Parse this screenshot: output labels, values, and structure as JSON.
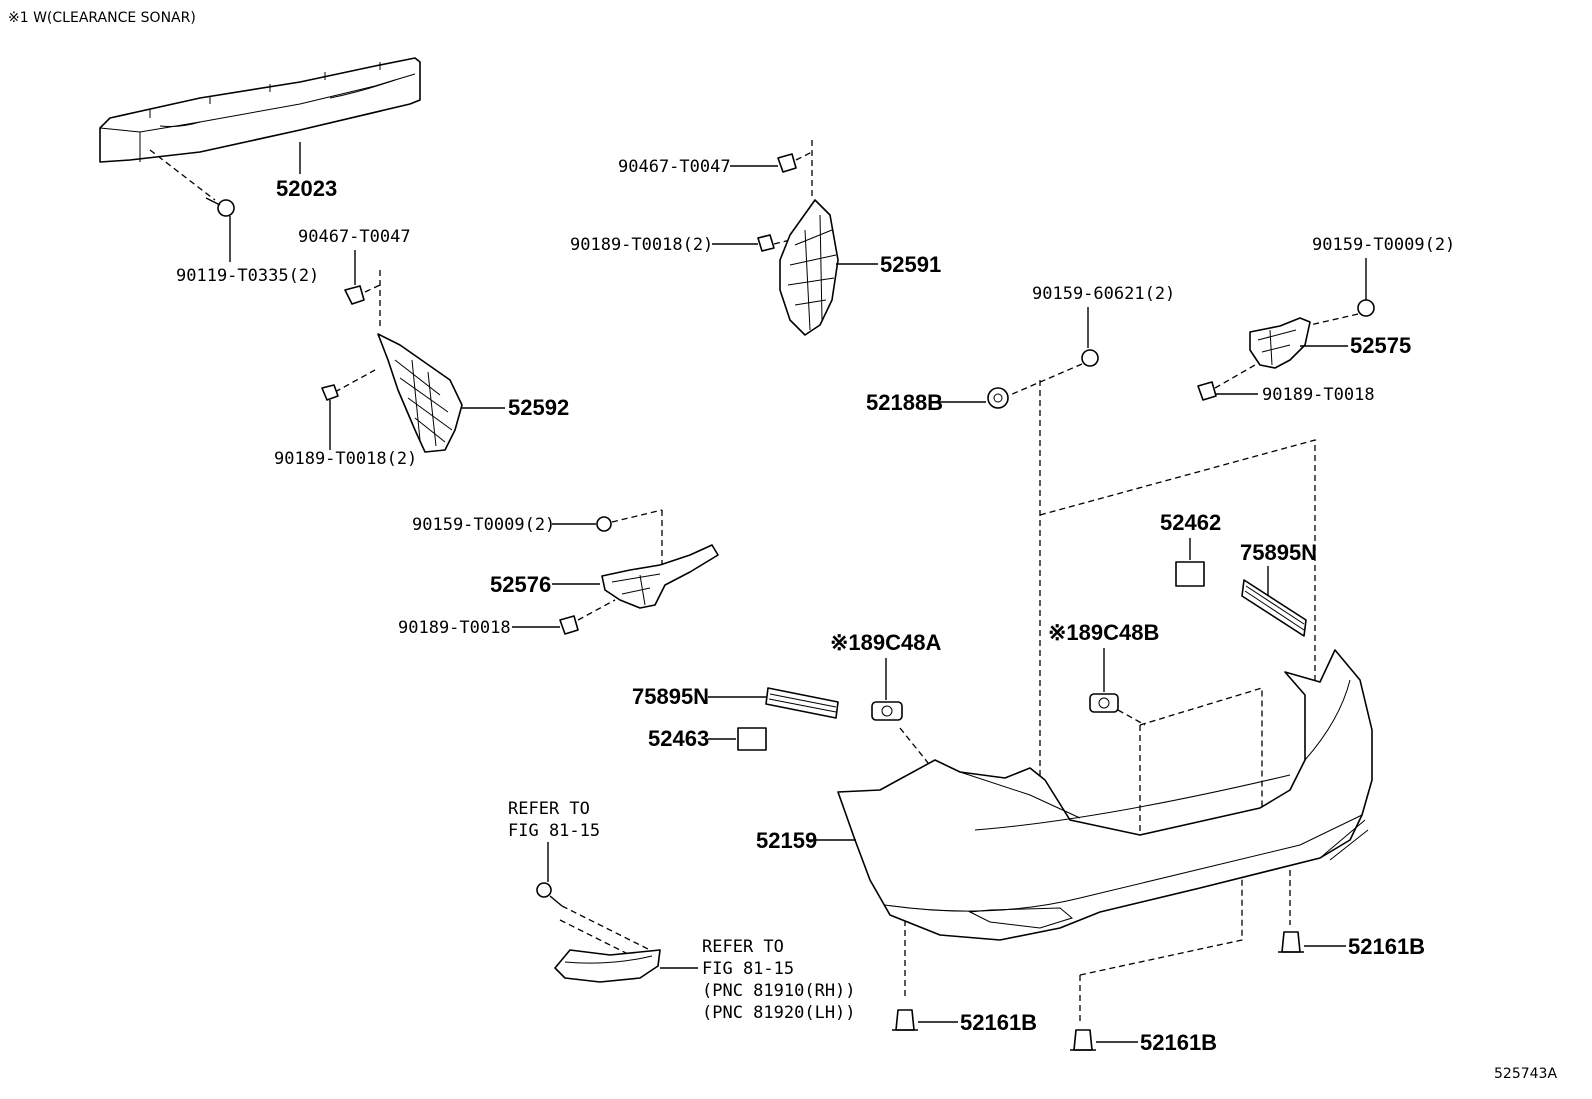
{
  "note": "※1 W(CLEARANCE SONAR)",
  "figure_id": "525743A",
  "callouts": {
    "p52023": "52023",
    "p90119": "90119-T0335(2)",
    "p90467a": "90467-T0047",
    "p90189a": "90189-T0018(2)",
    "p52592": "52592",
    "p90467b": "90467-T0047",
    "p90189b": "90189-T0018(2)",
    "p52591": "52591",
    "p90159a": "90159-T0009(2)",
    "p52575": "52575",
    "p90189c": "90189-T0018",
    "p90159b": "90159-60621(2)",
    "p52188B": "52188B",
    "p90159c": "90159-T0009(2)",
    "p52576": "52576",
    "p90189d": "90189-T0018",
    "p52462": "52462",
    "p75895Na": "75895N",
    "p189C48A": "※189C48A",
    "p189C48B": "※189C48B",
    "p75895Nb": "75895N",
    "p52463": "52463",
    "p52159": "52159",
    "refer1_line1": "REFER TO",
    "refer1_line2": "FIG 81-15",
    "refer2_line1": "REFER TO",
    "refer2_line2": "FIG 81-15",
    "refer2_line3": "(PNC 81910(RH))",
    "refer2_line4": "(PNC 81920(LH))",
    "p52161Ba": "52161B",
    "p52161Bb": "52161B",
    "p52161Bc": "52161B"
  }
}
